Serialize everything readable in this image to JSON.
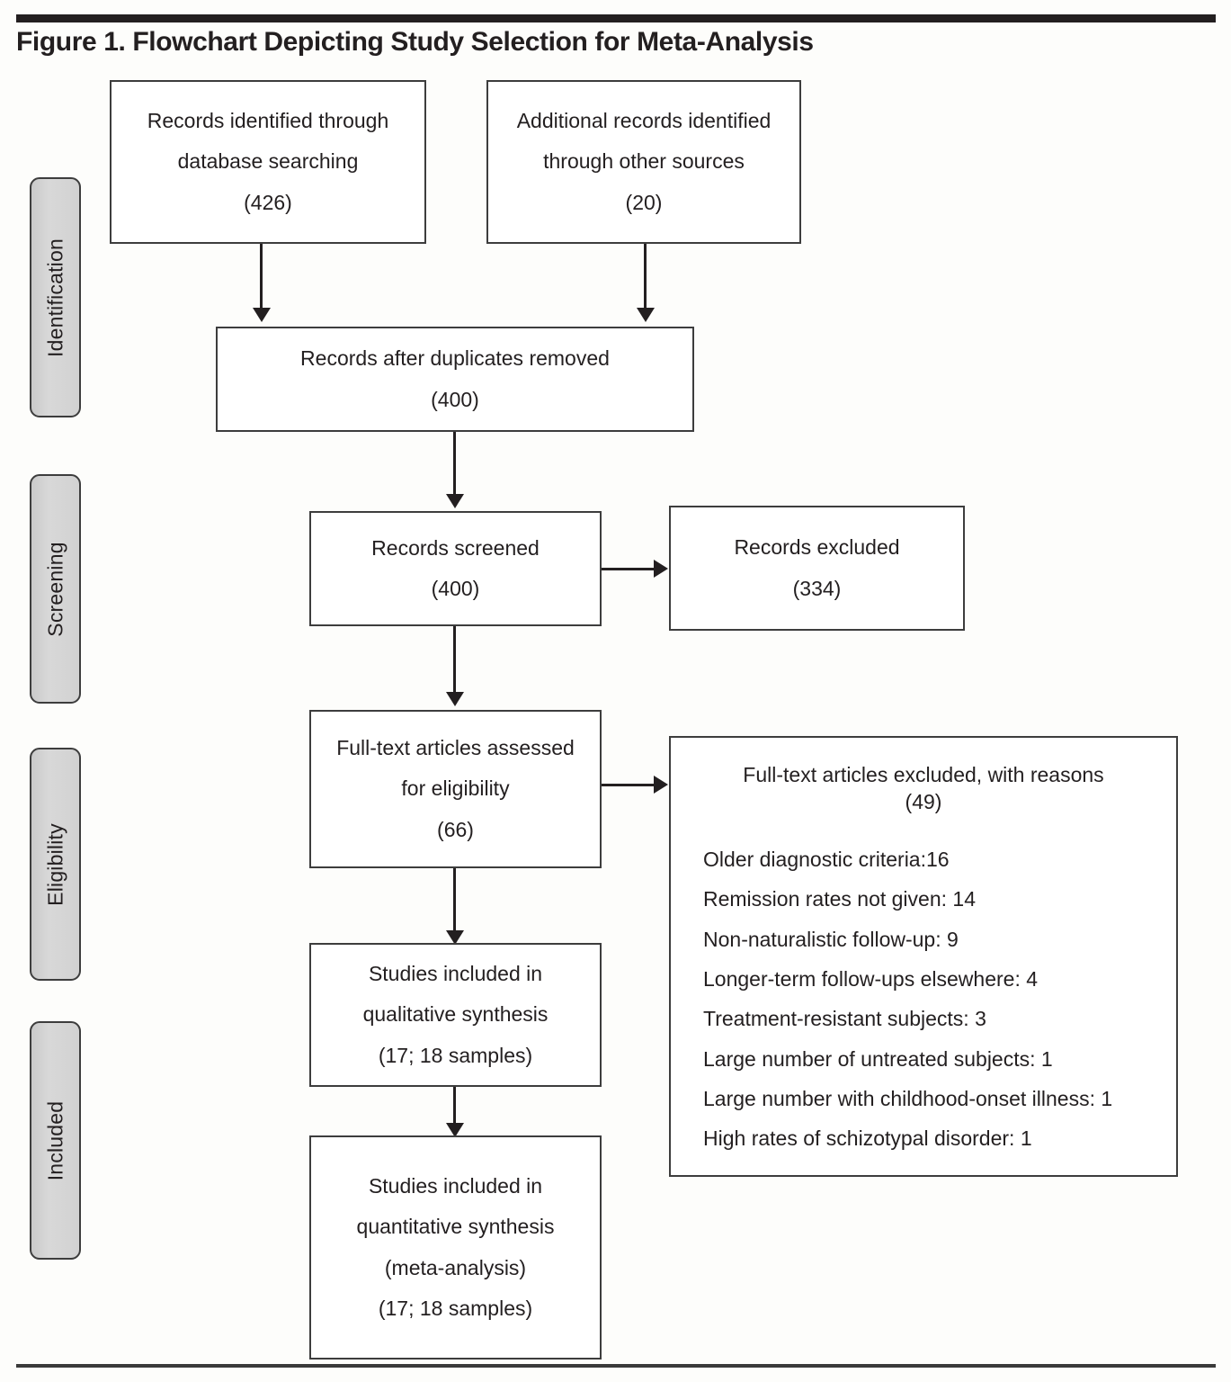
{
  "figure": {
    "title": "Figure 1. Flowchart Depicting Study Selection for Meta-Analysis"
  },
  "stages": [
    {
      "label": "Identification"
    },
    {
      "label": "Screening"
    },
    {
      "label": "Eligibility"
    },
    {
      "label": "Included"
    }
  ],
  "boxes": {
    "database_records": {
      "line1": "Records identified through",
      "line2": "database searching",
      "count": "(426)"
    },
    "other_records": {
      "line1": "Additional records identified",
      "line2": "through other sources",
      "count": "(20)"
    },
    "after_duplicates": {
      "line1": "Records after duplicates removed",
      "count": "(400)"
    },
    "screened": {
      "line1": "Records screened",
      "count": "(400)"
    },
    "excluded": {
      "line1": "Records excluded",
      "count": "(334)"
    },
    "fulltext_assessed": {
      "line1": "Full-text articles assessed",
      "line2": "for eligibility",
      "count": "(66)"
    },
    "qualitative": {
      "line1": "Studies included in",
      "line2": "qualitative synthesis",
      "count": "(17; 18 samples)"
    },
    "quantitative": {
      "line1": "Studies included in",
      "line2": "quantitative synthesis",
      "line3": "(meta-analysis)",
      "count": "(17; 18 samples)"
    }
  },
  "reasons_box": {
    "heading": "Full-text articles excluded, with reasons",
    "count": "(49)",
    "items": [
      "Older diagnostic criteria:16",
      "Remission rates not given: 14",
      "Non-naturalistic follow-up: 9",
      "Longer-term follow-ups elsewhere: 4",
      "Treatment-resistant subjects: 3",
      "Large number of untreated subjects: 1",
      "Large number with childhood-onset illness: 1",
      "High rates of schizotypal disorder: 1"
    ]
  },
  "chart_data": {
    "type": "flowchart",
    "title": "Figure 1. Flowchart Depicting Study Selection for Meta-Analysis",
    "stages": [
      "Identification",
      "Screening",
      "Eligibility",
      "Included"
    ],
    "nodes": [
      {
        "id": "database_records",
        "stage": "Identification",
        "label": "Records identified through database searching",
        "value": 426
      },
      {
        "id": "other_records",
        "stage": "Identification",
        "label": "Additional records identified through other sources",
        "value": 20
      },
      {
        "id": "after_duplicates",
        "stage": "Identification",
        "label": "Records after duplicates removed",
        "value": 400
      },
      {
        "id": "screened",
        "stage": "Screening",
        "label": "Records screened",
        "value": 400
      },
      {
        "id": "excluded",
        "stage": "Screening",
        "label": "Records excluded",
        "value": 334
      },
      {
        "id": "fulltext_assessed",
        "stage": "Eligibility",
        "label": "Full-text articles assessed for eligibility",
        "value": 66
      },
      {
        "id": "fulltext_excluded",
        "stage": "Eligibility",
        "label": "Full-text articles excluded, with reasons",
        "value": 49
      },
      {
        "id": "qualitative",
        "stage": "Included",
        "label": "Studies included in qualitative synthesis",
        "value": 17,
        "samples": 18
      },
      {
        "id": "quantitative",
        "stage": "Included",
        "label": "Studies included in quantitative synthesis (meta-analysis)",
        "value": 17,
        "samples": 18
      }
    ],
    "edges": [
      {
        "from": "database_records",
        "to": "after_duplicates"
      },
      {
        "from": "other_records",
        "to": "after_duplicates"
      },
      {
        "from": "after_duplicates",
        "to": "screened"
      },
      {
        "from": "screened",
        "to": "excluded"
      },
      {
        "from": "screened",
        "to": "fulltext_assessed"
      },
      {
        "from": "fulltext_assessed",
        "to": "fulltext_excluded"
      },
      {
        "from": "fulltext_assessed",
        "to": "qualitative"
      },
      {
        "from": "qualitative",
        "to": "quantitative"
      }
    ],
    "exclusion_reasons": [
      {
        "reason": "Older diagnostic criteria",
        "count": 16
      },
      {
        "reason": "Remission rates not given",
        "count": 14
      },
      {
        "reason": "Non-naturalistic follow-up",
        "count": 9
      },
      {
        "reason": "Longer-term follow-ups elsewhere",
        "count": 4
      },
      {
        "reason": "Treatment-resistant subjects",
        "count": 3
      },
      {
        "reason": "Large number of untreated subjects",
        "count": 1
      },
      {
        "reason": "Large number with childhood-onset illness",
        "count": 1
      },
      {
        "reason": "High rates of schizotypal disorder",
        "count": 1
      }
    ]
  }
}
